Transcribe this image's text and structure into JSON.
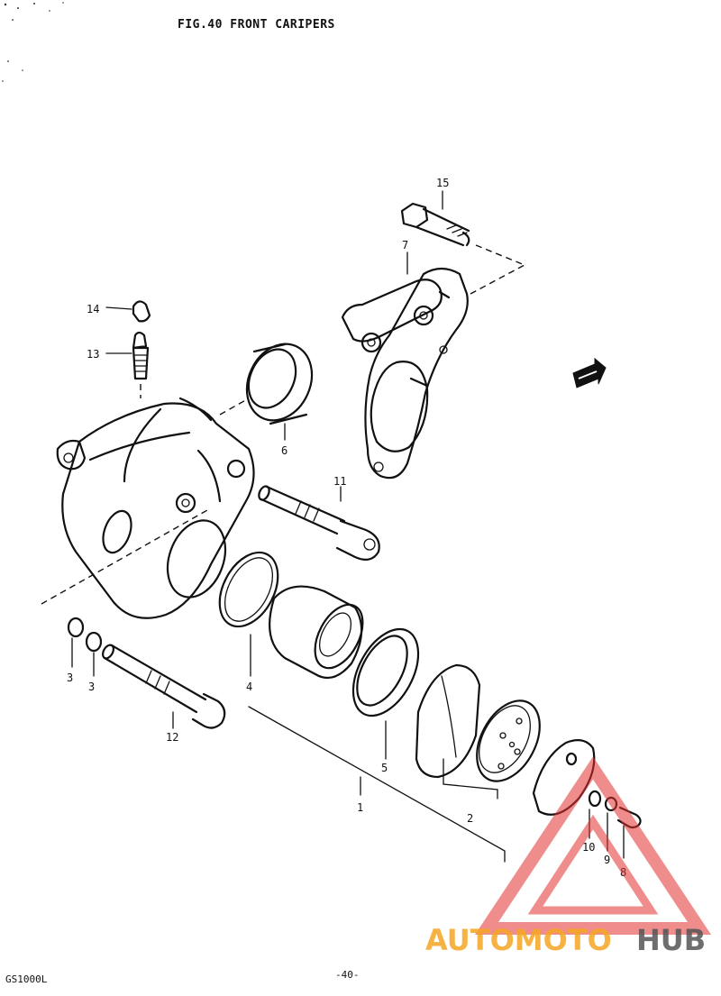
{
  "title": "FIG.40  FRONT CARIPERS",
  "footer": {
    "model": "GS1000L",
    "page": "-40-"
  },
  "parts": [
    {
      "id": "p15",
      "label": "15"
    },
    {
      "id": "p7",
      "label": "7"
    },
    {
      "id": "p14",
      "label": "14"
    },
    {
      "id": "p13",
      "label": "13"
    },
    {
      "id": "p6",
      "label": "6"
    },
    {
      "id": "p11",
      "label": "11"
    },
    {
      "id": "p3a",
      "label": "3"
    },
    {
      "id": "p3b",
      "label": "3"
    },
    {
      "id": "p4",
      "label": "4"
    },
    {
      "id": "p12",
      "label": "12"
    },
    {
      "id": "p5",
      "label": "5"
    },
    {
      "id": "p1",
      "label": "1"
    },
    {
      "id": "p2",
      "label": "2"
    },
    {
      "id": "p10",
      "label": "10"
    },
    {
      "id": "p9",
      "label": "9"
    },
    {
      "id": "p8",
      "label": "8"
    }
  ],
  "watermark": {
    "text_a": "AUTOMOTO",
    "text_b": "HUB",
    "color_a": "#f5a623",
    "color_b": "#555555",
    "tri_color": "#e23030"
  },
  "front_arrow": {
    "icon": "front-direction-arrow-icon"
  }
}
